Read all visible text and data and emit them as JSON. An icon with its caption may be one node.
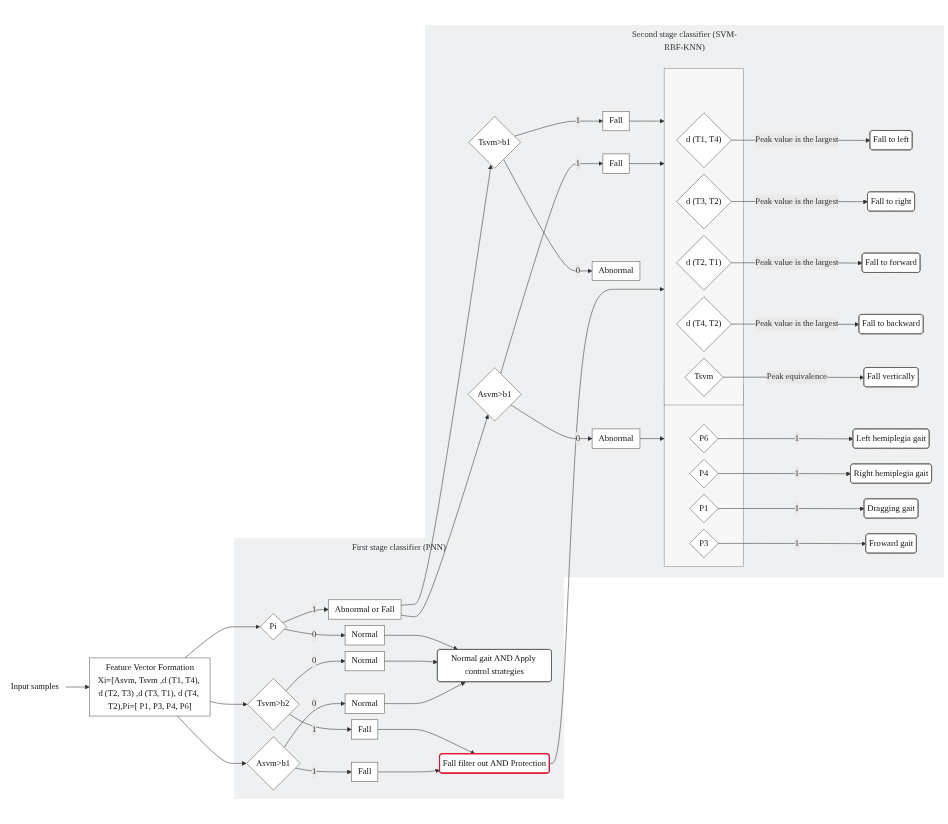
{
  "diagram": {
    "nodes": [
      {
        "text": [
          "Input samples"
        ]
      },
      {
        "text": [
          "Feature Vector Formation",
          "Xi=[Asvm, Tsvm ,d (T1, T4), d (T2, T3) ,d (T3, T1), d (T4, T2),Pi=[ P1, P3, P4, P6]"
        ]
      },
      {
        "text": [
          "First stage classifier (PNN)"
        ]
      },
      {
        "text": [
          "Asvm>b1"
        ],
        "in": 2
      },
      {
        "text": [
          "Tsvm>b2"
        ],
        "in": 2
      },
      {
        "text": [
          "Pi"
        ],
        "in": 2
      },
      {
        "text": [
          "Normal"
        ],
        "in": 2
      },
      {
        "text": [
          "Fall"
        ],
        "in": 2
      },
      {
        "text": [
          "Normal"
        ],
        "in": 2
      },
      {
        "text": [
          "Fall"
        ],
        "in": 2
      },
      {
        "text": [
          "Normal"
        ],
        "in": 2
      },
      {
        "text": [
          "Abnormal or Fall"
        ],
        "in": 2
      },
      {
        "text": [
          "Normal gait AND Apply control strategies"
        ],
        "in": 2
      },
      {
        "text": [
          "Fall filter out AND Protection"
        ],
        "in": 2
      },
      {
        "text": [
          "Second stage classifier (SVM-RBF-KNN)"
        ]
      },
      {
        "text": [
          "Asvm>b1"
        ],
        "in": 14
      },
      {
        "text": [
          "Tsvm>b1"
        ],
        "in": 14
      },
      {
        "text": [
          "Abnormal"
        ],
        "in": 14
      },
      {
        "text": [
          "Fall"
        ],
        "in": 14
      },
      {
        "text": [
          "Abnormal"
        ],
        "in": 14
      },
      {
        "text": [
          "Fall"
        ],
        "in": 14
      },
      {
        "text": [],
        "shape": "box",
        "in": 14
      },
      {
        "text": [
          "d (T1, T4)"
        ],
        "in": 21
      },
      {
        "text": [
          "d (T3, T2)"
        ],
        "in": 21
      },
      {
        "text": [
          "d (T2, T1)"
        ],
        "in": 21
      },
      {
        "text": [
          "d (T4, T2)"
        ],
        "in": 21
      },
      {
        "text": [
          "Tsvm"
        ],
        "in": 21
      },
      {
        "text": [
          "Fall to left"
        ],
        "in": 14
      },
      {
        "text": [
          "Fall to right"
        ],
        "in": 14
      },
      {
        "text": [
          "Fall to forward"
        ],
        "in": 14
      },
      {
        "text": [
          "Fall to backward"
        ],
        "in": 14
      },
      {
        "text": [
          "Fall vertically"
        ],
        "in": 14
      },
      {
        "text": [],
        "shape": "box",
        "in": 14
      },
      {
        "text": [
          "P6"
        ],
        "in": 32
      },
      {
        "text": [
          "P4"
        ],
        "in": 32
      },
      {
        "text": [
          "P1"
        ],
        "in": 32
      },
      {
        "text": [
          "P3"
        ],
        "in": 32
      },
      {
        "text": [
          "Left hemiplegia gait"
        ],
        "in": 14
      },
      {
        "text": [
          "Right hemiplegia gait"
        ],
        "in": 14
      },
      {
        "text": [
          "Dragging gait"
        ],
        "in": 14
      },
      {
        "text": [
          "Froward gait"
        ],
        "in": 14
      }
    ],
    "edges": [
      {
        "from": 0,
        "to": 1,
        "arrow": "to"
      },
      {
        "from": 1,
        "to": 3,
        "arrow": "to"
      },
      {
        "from": 1,
        "to": 4,
        "arrow": "to"
      },
      {
        "from": 1,
        "to": 5,
        "arrow": "to"
      },
      {
        "from": 3,
        "to": 6,
        "arrow": "to",
        "label": "0"
      },
      {
        "from": 3,
        "to": 7,
        "arrow": "to",
        "label": "1"
      },
      {
        "from": 4,
        "to": 8,
        "arrow": "to",
        "label": "0"
      },
      {
        "from": 4,
        "to": 9,
        "arrow": "to",
        "label": "1"
      },
      {
        "from": 5,
        "to": 10,
        "arrow": "to",
        "label": "0"
      },
      {
        "from": 5,
        "to": 11,
        "arrow": "to",
        "label": "1"
      },
      {
        "from": 6,
        "to": 12,
        "arrow": "to"
      },
      {
        "from": 8,
        "to": 12,
        "arrow": "to"
      },
      {
        "from": 10,
        "to": 12,
        "arrow": "to"
      },
      {
        "from": 7,
        "to": 13,
        "arrow": "to"
      },
      {
        "from": 9,
        "to": 13,
        "arrow": "to"
      },
      {
        "from": 11,
        "to": 15,
        "arrow": "to"
      },
      {
        "from": 11,
        "to": 16,
        "arrow": "to"
      },
      {
        "from": 13,
        "to": 21,
        "arrow": "to"
      },
      {
        "from": 15,
        "to": 17,
        "arrow": "to",
        "label": "0"
      },
      {
        "from": 15,
        "to": 18,
        "arrow": "to",
        "label": "1"
      },
      {
        "from": 16,
        "to": 19,
        "arrow": "to",
        "label": "0"
      },
      {
        "from": 16,
        "to": 20,
        "arrow": "to",
        "label": "1"
      },
      {
        "from": 17,
        "to": 32,
        "arrow": "to"
      },
      {
        "from": 18,
        "to": 21,
        "arrow": "to"
      },
      {
        "from": 20,
        "to": 21,
        "arrow": "to"
      },
      {
        "from": 22,
        "to": 27,
        "arrow": "to",
        "label": "Peak value is the largest"
      },
      {
        "from": 23,
        "to": 28,
        "arrow": "to",
        "label": "Peak value is the largest"
      },
      {
        "from": 24,
        "to": 29,
        "arrow": "to",
        "label": "Peak value is the largest"
      },
      {
        "from": 25,
        "to": 30,
        "arrow": "to",
        "label": "Peak value is the largest"
      },
      {
        "from": 26,
        "to": 31,
        "arrow": "to",
        "label": "Peak equivalence"
      },
      {
        "from": 33,
        "to": 37,
        "arrow": "to",
        "label": "1"
      },
      {
        "from": 34,
        "to": 38,
        "arrow": "to",
        "label": "1"
      },
      {
        "from": 35,
        "to": 39,
        "arrow": "to",
        "label": "1"
      },
      {
        "from": 36,
        "to": 40,
        "arrow": "to",
        "label": "1"
      }
    ]
  }
}
